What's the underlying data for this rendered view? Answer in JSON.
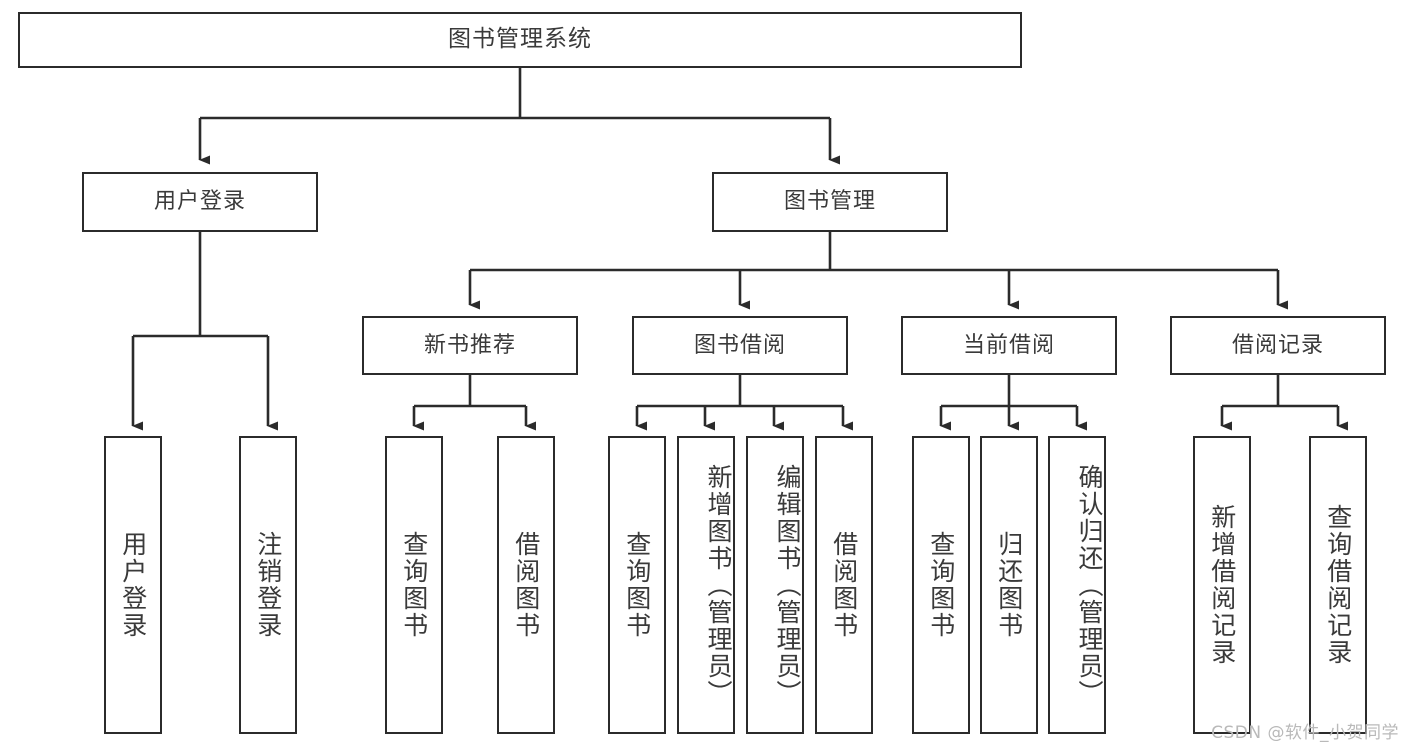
{
  "diagram": {
    "title": "图书管理系统",
    "type": "功能结构图",
    "root": {
      "label": "图书管理系统"
    },
    "tier1": [
      {
        "label": "用户登录"
      },
      {
        "label": "图书管理"
      }
    ],
    "tier2": [
      {
        "label": "新书推荐"
      },
      {
        "label": "图书借阅"
      },
      {
        "label": "当前借阅"
      },
      {
        "label": "借阅记录"
      }
    ],
    "leaves": {
      "user_login": [
        {
          "label": "用户登录"
        },
        {
          "label": "注销登录"
        }
      ],
      "new_book_recommend": [
        {
          "label": "查询图书"
        },
        {
          "label": "借阅图书"
        }
      ],
      "book_borrow": [
        {
          "label": "查询图书"
        },
        {
          "label": "新增图书（管理员）"
        },
        {
          "label": "编辑图书（管理员）"
        },
        {
          "label": "借阅图书"
        }
      ],
      "current_borrow": [
        {
          "label": "查询图书"
        },
        {
          "label": "归还图书"
        },
        {
          "label": "确认归还（管理员）"
        }
      ],
      "borrow_record": [
        {
          "label": "新增借阅记录"
        },
        {
          "label": "查询借阅记录"
        }
      ]
    }
  },
  "watermark": {
    "text": "CSDN @软件_小贺同学"
  },
  "colors": {
    "stroke": "#2b2b2b",
    "text": "#3a3a3a",
    "background": "#ffffff",
    "watermark": "#b9b9b9"
  }
}
